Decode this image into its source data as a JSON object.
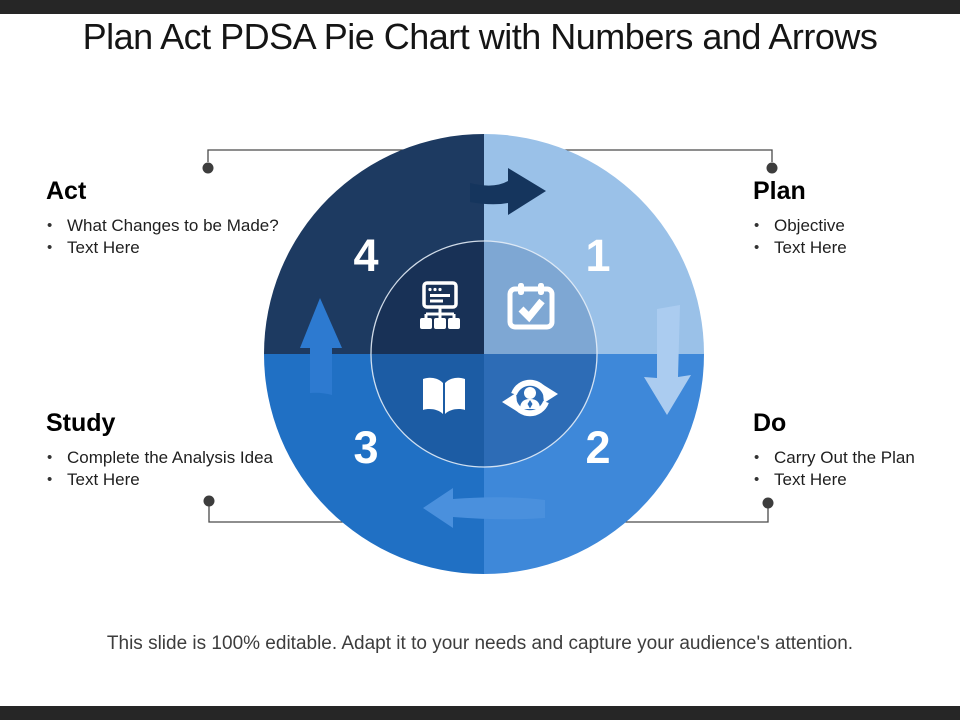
{
  "slide": {
    "title": "Plan Act PDSA Pie Chart with Numbers and Arrows",
    "footer": "This slide is 100% editable. Adapt it to your needs and capture your audience's attention.",
    "accent_bar_color": "#262626"
  },
  "connectors": {
    "line_color": "#4a4a4a",
    "dot_color": "#3d3d3d"
  },
  "chart_data": {
    "type": "pie",
    "title": "PDSA cycle (four equal quadrants, clockwise flow)",
    "legend_position": "corner labels",
    "segments": [
      {
        "number": "1",
        "label": "Plan",
        "value": 25,
        "color": "#9ac1e8",
        "inner_color": "#7ea7d3",
        "icon": "calendar-check-icon",
        "bullets": [
          "Objective",
          "Text Here"
        ]
      },
      {
        "number": "2",
        "label": "Do",
        "value": 25,
        "color": "#3e88d9",
        "inner_color": "#2d6cb6",
        "icon": "sync-person-icon",
        "bullets": [
          "Carry Out the Plan",
          "Text Here"
        ]
      },
      {
        "number": "3",
        "label": "Study",
        "value": 25,
        "color": "#2070c4",
        "inner_color": "#1c5ca4",
        "icon": "open-book-icon",
        "bullets": [
          "Complete the Analysis Idea",
          "Text Here"
        ]
      },
      {
        "number": "4",
        "label": "Act",
        "value": 25,
        "color": "#1d3a61",
        "inner_color": "#183156",
        "icon": "sitemap-icon",
        "bullets": [
          "What Changes to be Made?",
          "Text Here"
        ]
      }
    ],
    "arrows": {
      "direction": "clockwise",
      "top_color": "#15355d",
      "right_color": "#abccf0",
      "bottom_color": "#4a90dd",
      "left_color": "#2d7ad0"
    }
  }
}
